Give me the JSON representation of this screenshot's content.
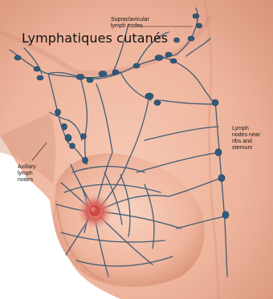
{
  "title": "Lymphatiques cutanés",
  "labels": {
    "supraclavicular": "Supraclavicular\nlymph nodes",
    "axillary": "Axillary\nlymph\nnodes",
    "sternum": "Lymph\nnodes near\nribs and\nsternum"
  },
  "colors": {
    "skin": "#f1b9a2",
    "skin_shadow": "#d9957d",
    "vessel": "#2d5470",
    "node": "#2f5a7c",
    "areola": "#d0564f"
  }
}
